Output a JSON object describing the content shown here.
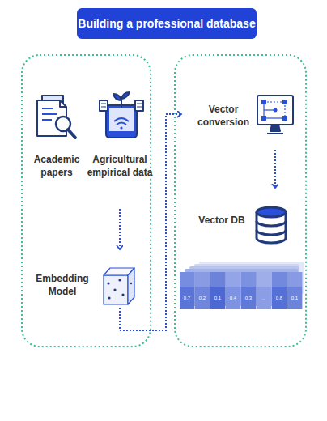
{
  "diagram": {
    "title": "Building a professional database",
    "nodes": [
      {
        "text": [
          "Academic papers"
        ]
      },
      {
        "text": [
          "Agricultural empirical data"
        ]
      },
      {
        "text": [
          "Embedding Model"
        ]
      },
      {
        "text": [
          "Vector conversion"
        ]
      },
      {
        "text": [
          "Vector DB"
        ]
      }
    ],
    "edges": [
      {
        "from": 1,
        "to": 2,
        "arrow": "to"
      },
      {
        "from": 2,
        "to": 3,
        "arrow": "to"
      },
      {
        "from": 3,
        "to": 4,
        "arrow": "to"
      }
    ],
    "labels": [
      "0.7",
      "0.2",
      "0.1",
      "0.4",
      "0.3",
      "...",
      "0.8",
      "0.1"
    ]
  }
}
